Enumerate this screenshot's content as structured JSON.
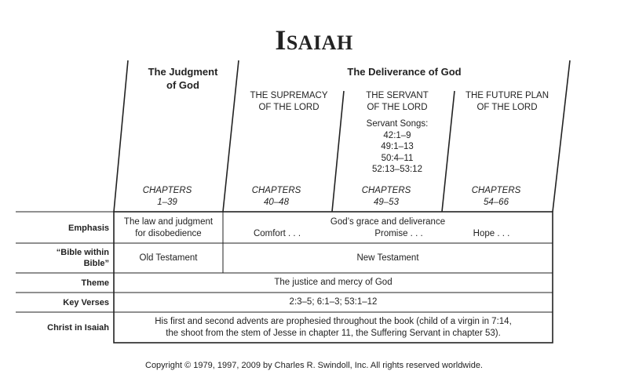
{
  "title": {
    "first": "I",
    "rest": "SAIAH"
  },
  "sections": {
    "judgment": {
      "title": "The Judgment of God",
      "line1": "The Judgment",
      "line2": "of God",
      "chapters_label": "CHAPTERS",
      "chapters": "1–39"
    },
    "deliverance": {
      "title": "The Deliverance of God"
    },
    "supremacy": {
      "line1": "THE SUPREMACY",
      "line2": "OF THE LORD",
      "chapters_label": "CHAPTERS",
      "chapters": "40–48"
    },
    "servant": {
      "line1": "THE SERVANT",
      "line2": "OF THE LORD",
      "songs_title": "Servant Songs:",
      "songs": [
        "42:1–9",
        "49:1–13",
        "50:4–11",
        "52:13–53:12"
      ],
      "chapters_label": "CHAPTERS",
      "chapters": "49–53"
    },
    "future": {
      "line1": "THE FUTURE PLAN",
      "line2": "OF THE LORD",
      "chapters_label": "CHAPTERS",
      "chapters": "54–66"
    }
  },
  "rows": {
    "emphasis": {
      "label": "Emphasis",
      "left_line1": "The law and judgment",
      "left_line2": "for disobedience",
      "right_main": "God’s grace and deliverance",
      "comfort": "Comfort . . .",
      "promise": "Promise . . .",
      "hope": "Hope . . ."
    },
    "bible_within_bible": {
      "label_line1": "“Bible within",
      "label_line2": "Bible”",
      "left": "Old Testament",
      "right": "New Testament"
    },
    "theme": {
      "label": "Theme",
      "value": "The justice and mercy of God"
    },
    "key_verses": {
      "label": "Key Verses",
      "value": "2:3–5; 6:1–3; 53:1–12"
    },
    "christ": {
      "label": "Christ in Isaiah",
      "line1": "His first and second advents are prophesied throughout the book (child of a virgin in 7:14,",
      "line2": "the shoot from the stem of Jesse in chapter 11, the Suffering Servant in chapter 53)."
    }
  },
  "copyright": "Copyright © 1979, 1997, 2009 by Charles R. Swindoll, Inc. All rights reserved worldwide."
}
